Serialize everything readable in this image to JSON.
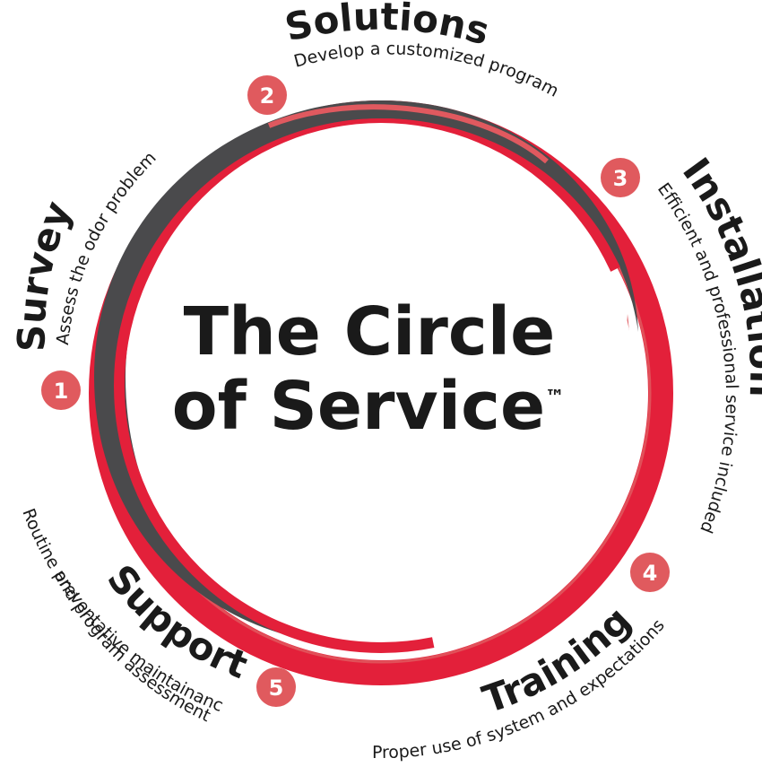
{
  "title": {
    "line1": "The Circle",
    "line2": "of Service",
    "trademark": "™"
  },
  "steps": [
    {
      "number": "1",
      "title": "Survey",
      "description": "Assess the odor problem"
    },
    {
      "number": "2",
      "title": "Solutions",
      "description": "Develop a customized program"
    },
    {
      "number": "3",
      "title": "Installation",
      "description": "Efficient and professional service included"
    },
    {
      "number": "4",
      "title": "Training",
      "description": "Proper use of system and expectations"
    },
    {
      "number": "5",
      "title": "Support",
      "description_line1": "Routine preventative maintainance",
      "description_line2": "and program assessment"
    }
  ],
  "colors": {
    "red": "#e3203a",
    "coral": "#e0595f",
    "dark_gray": "#4a4a4c",
    "badge": "#e05a5e",
    "text": "#1a1a1a"
  }
}
